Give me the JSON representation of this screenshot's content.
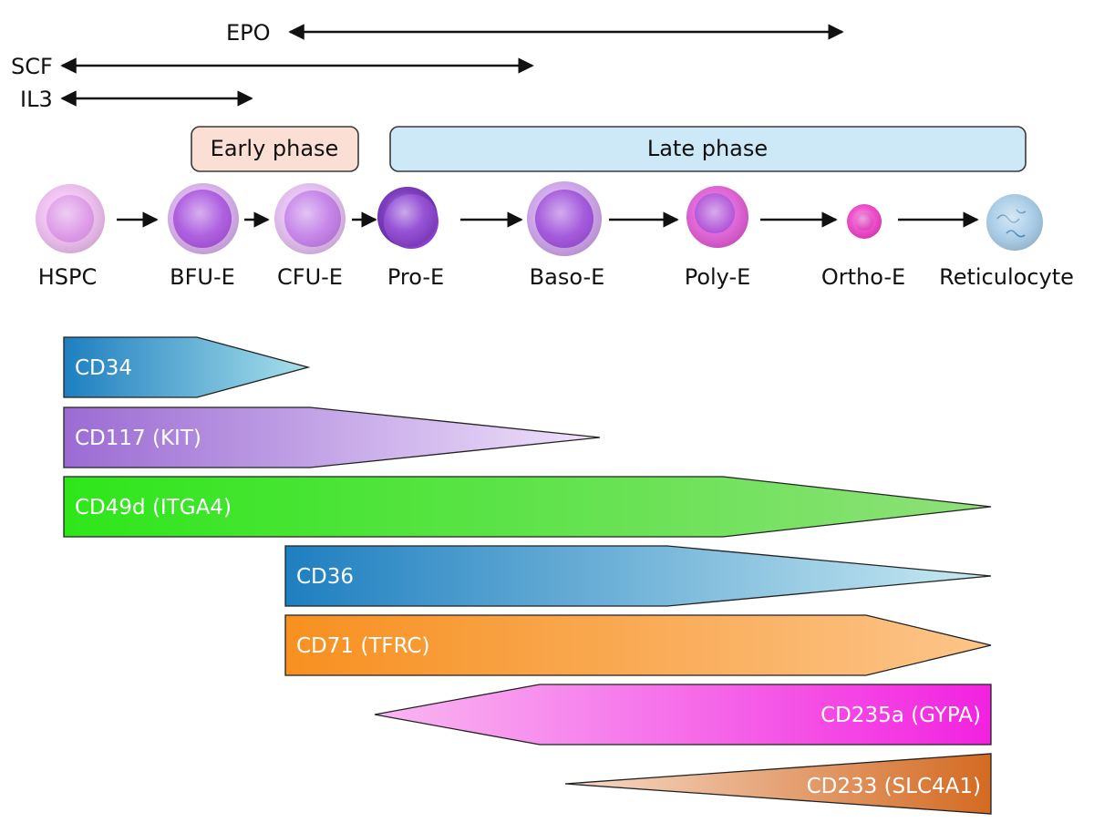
{
  "cytokines": [
    {
      "label": "EPO"
    },
    {
      "label": "SCF"
    },
    {
      "label": "IL3"
    }
  ],
  "phases": {
    "early": {
      "label": "Early phase",
      "fill": "#fbded4",
      "stroke": "#3a3a3a"
    },
    "late": {
      "label": "Late phase",
      "fill": "#cde8f7",
      "stroke": "#3a3a3a"
    }
  },
  "cells": [
    {
      "label": "HSPC",
      "color": "#e9a7ec"
    },
    {
      "label": "BFU-E",
      "color": "#a64fdc"
    },
    {
      "label": "CFU-E",
      "color": "#c07ae6"
    },
    {
      "label": "Pro-E",
      "color": "#8a3fd0"
    },
    {
      "label": "Baso-E",
      "color": "#9a48d8"
    },
    {
      "label": "Poly-E",
      "color": "#e05ad6"
    },
    {
      "label": "Ortho-E",
      "color": "#ef3fc7"
    },
    {
      "label": "Reticulocyte",
      "color": "#9cc6e4"
    }
  ],
  "markers": [
    {
      "label": "CD34",
      "color": "#1e7fc0"
    },
    {
      "label": "CD117 (KIT)",
      "color": "#9b6bd3"
    },
    {
      "label": "CD49d (ITGA4)",
      "color": "#2ee61a"
    },
    {
      "label": "CD36",
      "color": "#1e7fc0"
    },
    {
      "label": "CD71 (TFRC)",
      "color": "#f79020"
    },
    {
      "label": "CD235a (GYPA)",
      "color": "#f222e0"
    },
    {
      "label": "CD233 (SLC4A1)",
      "color": "#d46a22"
    }
  ]
}
